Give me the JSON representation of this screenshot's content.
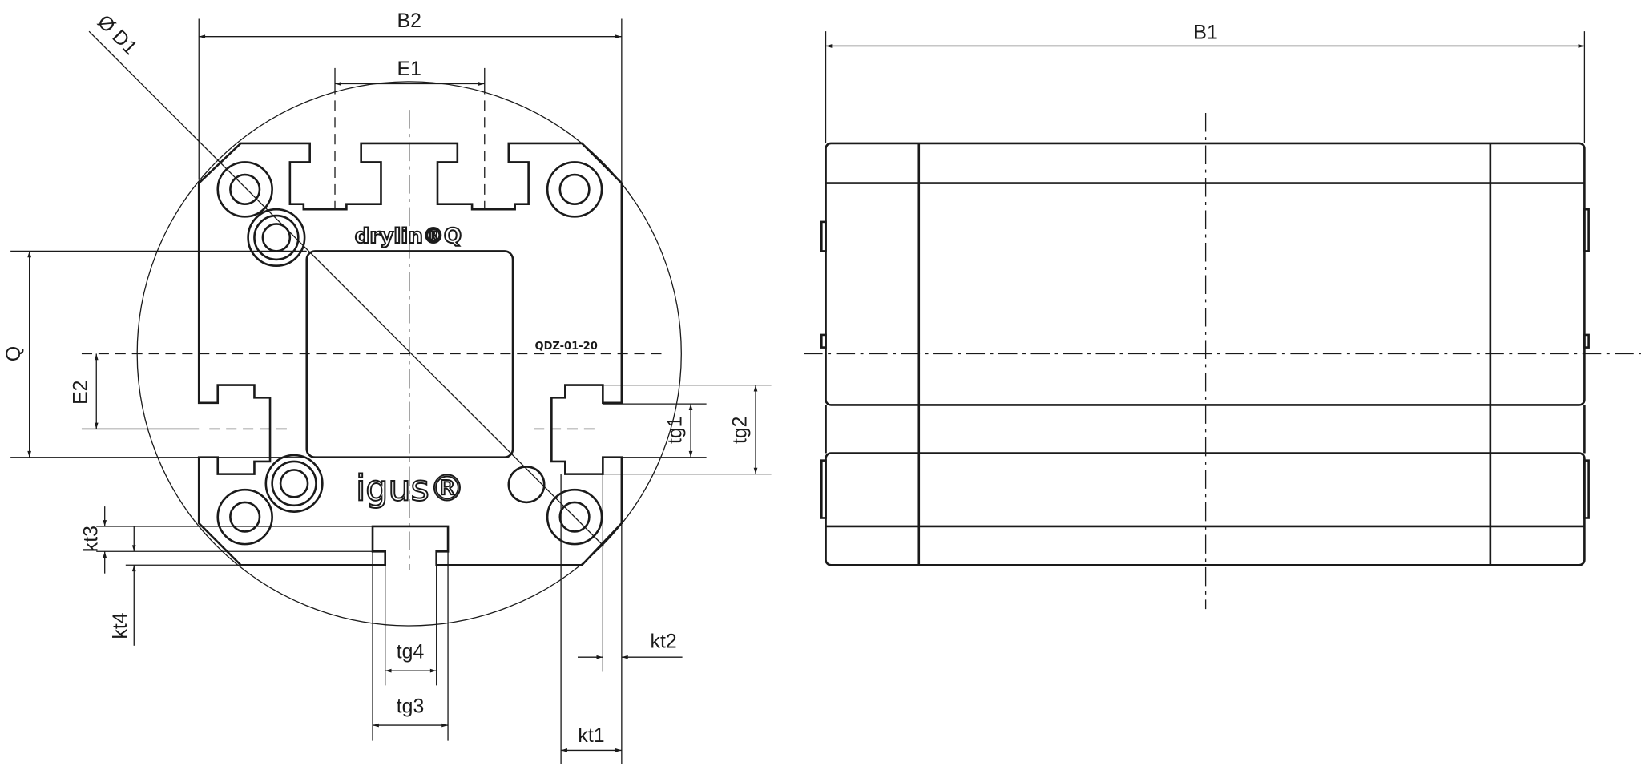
{
  "front_view": {
    "dimensions": {
      "B2": "B2",
      "E1": "E1",
      "D1": "Ø D1",
      "Q": "Q",
      "E2": "E2",
      "tg1": "tg1",
      "tg2": "tg2",
      "kt3": "kt3",
      "kt4": "kt4",
      "tg4": "tg4",
      "tg3": "tg3",
      "kt1": "kt1",
      "kt2": "kt2"
    },
    "brand_text": "drylin®Q",
    "logo_text": "igus®",
    "part_code": "QDZ-01-20"
  },
  "side_view": {
    "dimensions": {
      "B1": "B1"
    }
  },
  "colors": {
    "line": "#1a1a1a",
    "background": "#ffffff"
  }
}
